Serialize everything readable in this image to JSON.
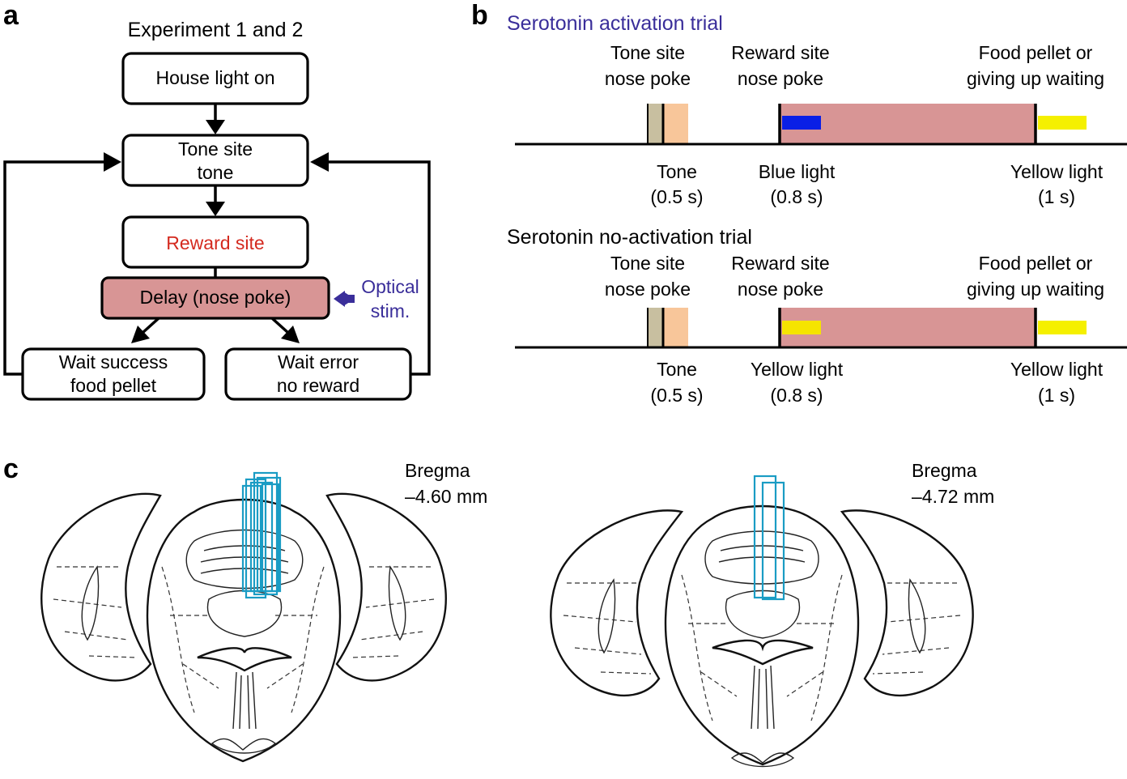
{
  "panels": {
    "a": {
      "letter": "a",
      "title": "Experiment 1 and 2",
      "boxes": {
        "house_light": "House light on",
        "tone_line1": "Tone site",
        "tone_line2": "tone",
        "reward": "Reward site",
        "delay": "Delay (nose poke)",
        "success_line1": "Wait success",
        "success_line2": "food pellet",
        "error_line1": "Wait error",
        "error_line2": "no reward"
      },
      "optical_line1": "Optical",
      "optical_line2": "stim.",
      "colors": {
        "reward_text": "#d42a1f",
        "delay_fill": "#d89595",
        "optical": "#3a2e9a"
      }
    },
    "b": {
      "letter": "b",
      "trials": [
        {
          "title": "Serotonin activation trial",
          "title_color": "#3a2e9a",
          "top_labels": [
            {
              "line1": "Tone site",
              "line2": "nose poke"
            },
            {
              "line1": "Reward site",
              "line2": "nose poke"
            },
            {
              "line1": "Food pellet or",
              "line2": "giving up waiting"
            }
          ],
          "bottom_labels": [
            {
              "line1": "Tone",
              "line2": "(0.5 s)"
            },
            {
              "line1": "Blue light",
              "line2": "(0.8 s)"
            },
            {
              "line1": "Yellow light",
              "line2": "(1 s)"
            }
          ],
          "stim_color": "#0a1fe6"
        },
        {
          "title": "Serotonin no-activation trial",
          "title_color": "#000000",
          "top_labels": [
            {
              "line1": "Tone site",
              "line2": "nose poke"
            },
            {
              "line1": "Reward site",
              "line2": "nose poke"
            },
            {
              "line1": "Food pellet or",
              "line2": "giving up waiting"
            }
          ],
          "bottom_labels": [
            {
              "line1": "Tone",
              "line2": "(0.5 s)"
            },
            {
              "line1": "Yellow light",
              "line2": "(0.8 s)"
            },
            {
              "line1": "Yellow light",
              "line2": "(1 s)"
            }
          ],
          "stim_color": "#f5e400"
        }
      ],
      "colors": {
        "tone_poke": "#c8bfa0",
        "tone": "#f8c69a",
        "delay": "#d89595",
        "yellow": "#f5f000"
      }
    },
    "c": {
      "letter": "c",
      "sections": [
        {
          "label_line1": "Bregma",
          "label_line2": "–4.60 mm"
        },
        {
          "label_line1": "Bregma",
          "label_line2": "–4.72 mm"
        }
      ],
      "probe_color": "#1a9cc4"
    }
  }
}
